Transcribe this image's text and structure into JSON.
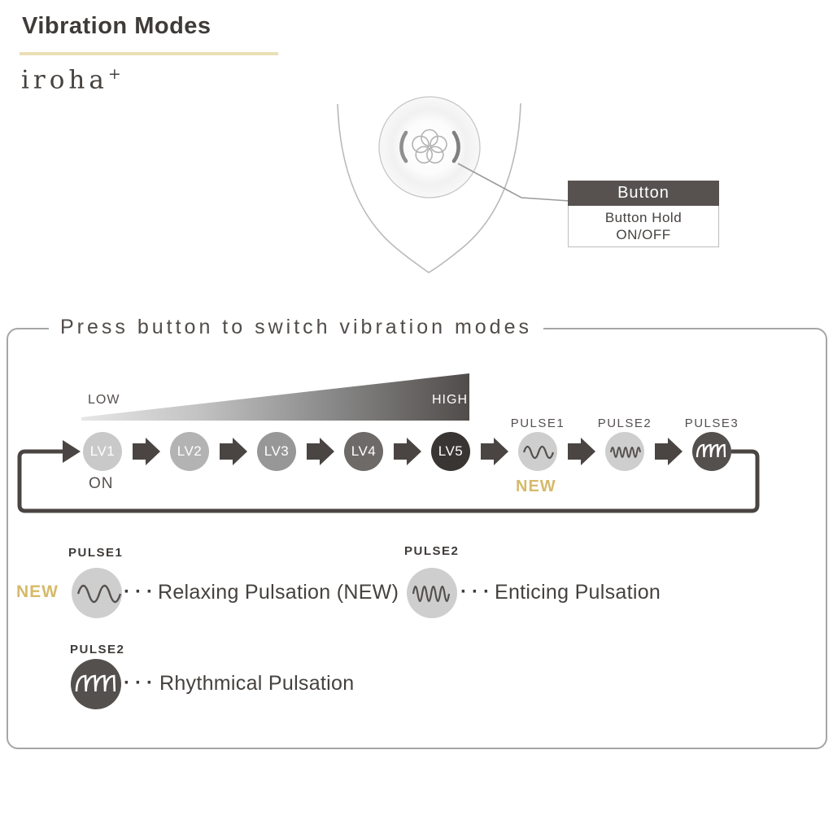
{
  "header": {
    "title": "Vibration Modes",
    "brand": "iroha",
    "brand_sup": "+"
  },
  "callout": {
    "title": "Button",
    "hold_line": "Button Hold",
    "onoff_line": "ON/OFF"
  },
  "panel": {
    "title": "Press button to switch vibration modes",
    "low": "LOW",
    "high": "HIGH",
    "on_label": "ON",
    "new_label": "NEW",
    "dots": "···",
    "levels": [
      {
        "label": "LV1"
      },
      {
        "label": "LV2"
      },
      {
        "label": "LV3"
      },
      {
        "label": "LV4"
      },
      {
        "label": "LV5"
      }
    ],
    "pulse_labels": [
      {
        "label": "PULSE1"
      },
      {
        "label": "PULSE2"
      },
      {
        "label": "PULSE3"
      }
    ],
    "legend": [
      {
        "label": "PULSE1",
        "badge": "NEW",
        "desc": "Relaxing Pulsation (NEW)",
        "wave": "sine"
      },
      {
        "label": "PULSE2",
        "badge": "",
        "desc": "Enticing Pulsation",
        "wave": "dense"
      },
      {
        "label": "PULSE2",
        "badge": "",
        "desc": "Rhythmical Pulsation",
        "wave": "saw"
      }
    ]
  },
  "colors": {
    "accent_gold": "#d6ba6a",
    "title_underline": "#eadfb6",
    "arrow_dark": "#4a4542",
    "level_grays": [
      "#c9c9c9",
      "#b3b3b3",
      "#979797",
      "#6d6a68",
      "#393533"
    ],
    "pulse_light": "#cecece",
    "pulse_dark": "#54504d",
    "callout_header_bg": "#57524f",
    "panel_border": "#a6a6a6",
    "text_dark": "#45413e"
  }
}
